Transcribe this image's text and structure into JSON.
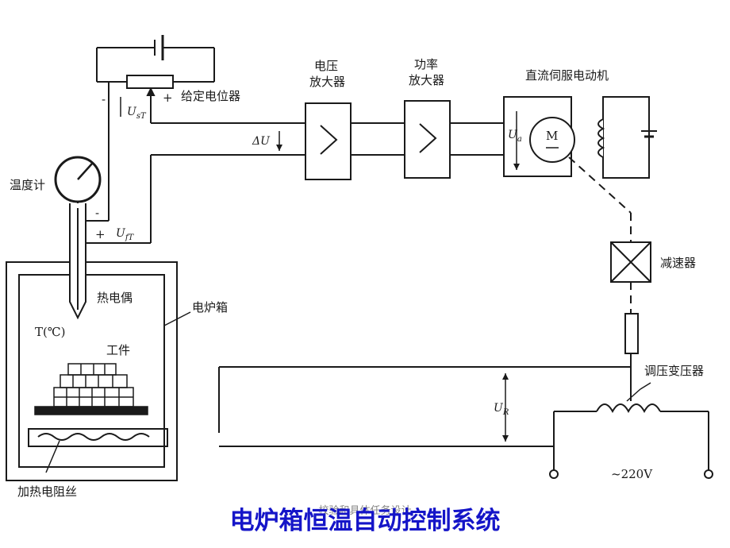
{
  "labels": {
    "voltage_amp": "电压",
    "voltage_amp2": "放大器",
    "power_amp": "功率",
    "power_amp2": "放大器",
    "dc_motor": "直流伺服电动机",
    "setpoint_pot": "给定电位器",
    "thermometer": "温度计",
    "thermocouple": "热电偶",
    "temperature": "T(℃)",
    "workpiece": "工件",
    "furnace": "电炉箱",
    "reducer": "减速器",
    "auto_transformer": "调压变压器",
    "heater": "加热电阻丝",
    "supply": "~220V",
    "u_st": "U",
    "u_st_sub": "sT",
    "u_ft": "U",
    "u_ft_sub": "fT",
    "delta_u": "ΔU",
    "u_a": "U",
    "u_a_sub": "a",
    "u_r": "U",
    "u_r_sub": "R",
    "motor_m": "M",
    "plus1": "+",
    "plus2": "+",
    "minus1": "-",
    "minus2": "-"
  },
  "title": "电炉箱恒温自动控制系统",
  "footer": "校验和具体任务设计",
  "colors": {
    "title": "#1515c8",
    "line": "#1a1a1a"
  }
}
